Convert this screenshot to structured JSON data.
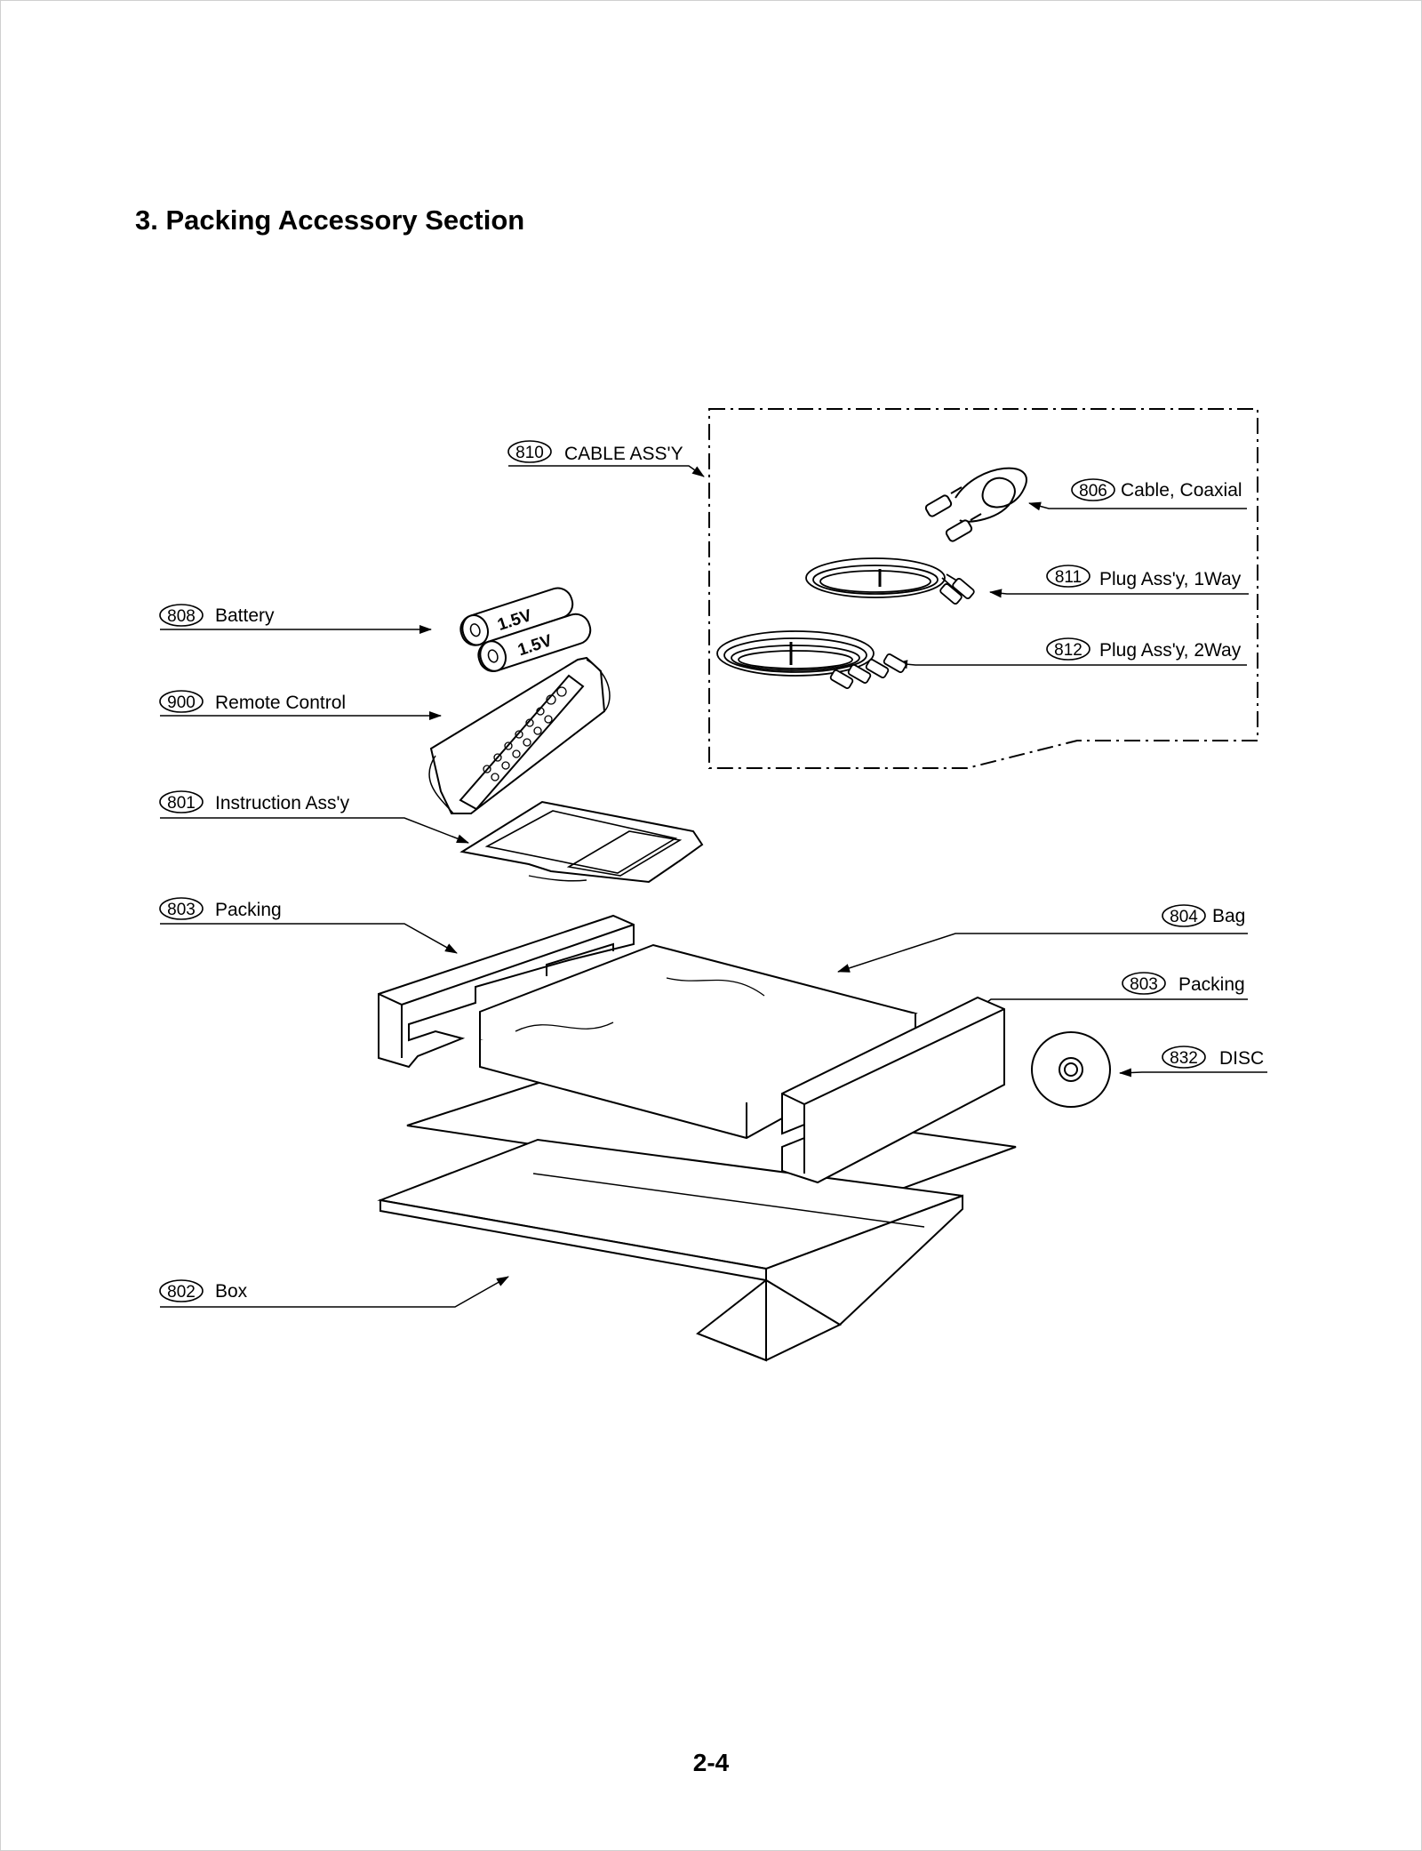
{
  "title": "3. Packing Accessory Section",
  "page_number": "2-4",
  "battery_text": "1.5V",
  "parts": [
    {
      "num": "810",
      "label": "CABLE ASS'Y"
    },
    {
      "num": "806",
      "label": "Cable, Coaxial"
    },
    {
      "num": "811",
      "label": "Plug Ass'y, 1Way"
    },
    {
      "num": "812",
      "label": "Plug Ass'y, 2Way"
    },
    {
      "num": "808",
      "label": "Battery"
    },
    {
      "num": "900",
      "label": "Remote Control"
    },
    {
      "num": "801",
      "label": "Instruction Ass'y"
    },
    {
      "num": "803",
      "label": "Packing"
    },
    {
      "num": "804",
      "label": "Bag"
    },
    {
      "num": "803",
      "label": "Packing"
    },
    {
      "num": "832",
      "label": "DISC"
    },
    {
      "num": "802",
      "label": "Box"
    }
  ]
}
